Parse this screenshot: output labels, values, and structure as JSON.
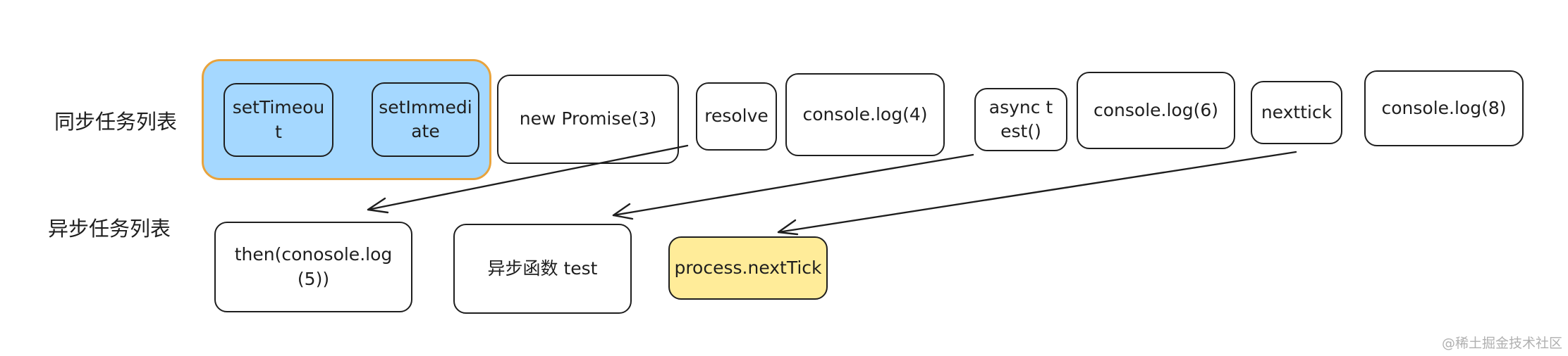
{
  "rows": {
    "sync_label": "同步任务列表",
    "async_label": "异步任务列表"
  },
  "sync_tasks": {
    "set_timeout": "setTimeout",
    "set_immediate": "setImmediate",
    "new_promise": "new Promise(3)",
    "resolve": "resolve",
    "console_log_4": "console.log(4)",
    "async_test": "async test()",
    "console_log_6": "console.log(6)",
    "nexttick": "nexttick",
    "console_log_8": "console.log(8)"
  },
  "async_tasks": {
    "then": "then(conosole.log(5))",
    "async_function": "异步函数 test",
    "process_nexttick": "process.nextTick"
  },
  "colors": {
    "stroke": "#1e1e1e",
    "group_fill": "#a5d8ff",
    "group_border": "#e8a33d",
    "highlight_fill": "#ffec99"
  },
  "watermark": "@稀土掘金技术社区"
}
